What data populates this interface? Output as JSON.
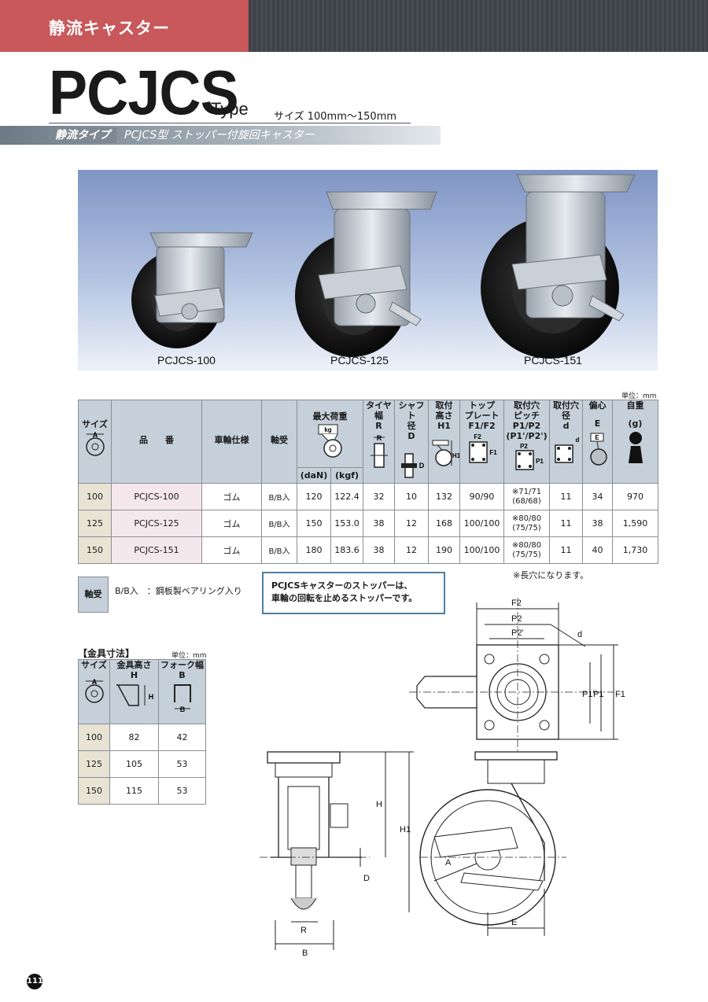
{
  "header": {
    "category": "静流キャスター"
  },
  "title": {
    "model": "PCJCS",
    "type": "Type",
    "size_range": "サイズ 100mm〜150mm"
  },
  "subtitle": {
    "badge": "静流タイプ",
    "text": "PCJCS型 ストッパー付旋回キャスター"
  },
  "photo": {
    "captions": [
      "PCJCS-100",
      "PCJCS-125",
      "PCJCS-151"
    ]
  },
  "spec_table": {
    "unit": "単位：mm",
    "headers": {
      "size": "サイズ",
      "size_symbol": "A",
      "model": "品　　番",
      "wheel": "車輪仕様",
      "bearing": "軸受",
      "max_load": "最大荷重",
      "kg_symbol": "kg",
      "dan": "(daN)",
      "kgf": "(kgf)",
      "tire_width": [
        "タイヤ",
        "幅",
        "R"
      ],
      "shaft": [
        "シャフト",
        "径",
        "D"
      ],
      "height": [
        "取付",
        "高さ",
        "H1"
      ],
      "plate": [
        "トップ",
        "プレート",
        "F1/F2"
      ],
      "pitch": [
        "取付穴",
        "ピッチ",
        "P1/P2",
        "(P1'/P2')"
      ],
      "hole": [
        "取付穴",
        "径",
        "d"
      ],
      "offset": [
        "偏心",
        "E"
      ],
      "weight": [
        "自重",
        "(g)"
      ],
      "sym_r": "R",
      "sym_d": "D",
      "sym_h1": "H1",
      "sym_f2": "F2",
      "sym_f1": "F1",
      "sym_p2": "P2",
      "sym_p1": "P1",
      "sym_hole_d": "d",
      "sym_e": "E"
    },
    "rows": [
      {
        "size": "100",
        "model": "PCJCS-100",
        "wheel": "ゴム",
        "bearing": "B/B入",
        "dan": "120",
        "kgf": "122.4",
        "r": "32",
        "d": "10",
        "h1": "132",
        "plate": "90/90",
        "pitch": "※71/71",
        "pitch2": "(68/68)",
        "hole": "11",
        "e": "34",
        "weight": "970"
      },
      {
        "size": "125",
        "model": "PCJCS-125",
        "wheel": "ゴム",
        "bearing": "B/B入",
        "dan": "150",
        "kgf": "153.0",
        "r": "38",
        "d": "12",
        "h1": "168",
        "plate": "100/100",
        "pitch": "※80/80",
        "pitch2": "(75/75)",
        "hole": "11",
        "e": "38",
        "weight": "1,590"
      },
      {
        "size": "150",
        "model": "PCJCS-151",
        "wheel": "ゴム",
        "bearing": "B/B入",
        "dan": "180",
        "kgf": "183.6",
        "r": "38",
        "d": "12",
        "h1": "190",
        "plate": "100/100",
        "pitch": "※80/80",
        "pitch2": "(75/75)",
        "hole": "11",
        "e": "40",
        "weight": "1,730"
      }
    ],
    "note": "※長穴になります。"
  },
  "bearing_legend": {
    "label": "軸受",
    "text": "B/B入　：鋼板製ベアリング入り"
  },
  "stopper_note": {
    "line1": "PCJCSキャスターのストッパーは、",
    "line2": "車輪の回転を止めるストッパーです。"
  },
  "fitting_table": {
    "title": "【金具寸法】",
    "unit": "単位：mm",
    "headers": {
      "size": "サイズ",
      "height": [
        "金具高さ",
        "H"
      ],
      "fork": [
        "フォーク幅",
        "B"
      ],
      "sym_a": "A",
      "sym_h": "H",
      "sym_b": "B"
    },
    "rows": [
      {
        "size": "100",
        "h": "82",
        "b": "42"
      },
      {
        "size": "125",
        "h": "105",
        "b": "53"
      },
      {
        "size": "150",
        "h": "115",
        "b": "53"
      }
    ]
  },
  "drawing_labels": {
    "f2": "F2",
    "p2": "P2",
    "p2p": "P2'",
    "d": "d",
    "p1p": "P1'",
    "p1": "P1",
    "f1": "F1",
    "h": "H",
    "h1": "H1",
    "dd": "D",
    "r": "R",
    "b": "B",
    "a": "A",
    "e": "E"
  },
  "page": {
    "number": "111"
  }
}
